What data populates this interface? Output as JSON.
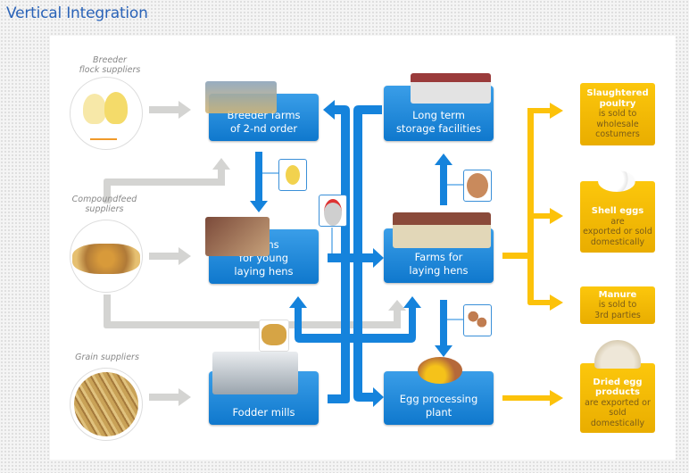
{
  "title": "Vertical Integration",
  "suppliers": [
    {
      "label_line1": "Breeder",
      "label_line2": "flock suppliers",
      "icon": "chicks-icon"
    },
    {
      "label_line1": "Compoundfeed suppliers",
      "label_line2": "",
      "icon": "feed-icon"
    },
    {
      "label_line1": "Grain suppliers",
      "label_line2": "",
      "icon": "grain-icon"
    }
  ],
  "facilities": {
    "breeder_farms": {
      "line1": "Breeder farms",
      "line2": "of 2-nd order"
    },
    "farms_young": {
      "line1": "Farms",
      "line2": "for young",
      "line3": "laying hens"
    },
    "fodder_mills": {
      "line1": "Fodder mills"
    },
    "storage": {
      "line1": "Long term",
      "line2": "storage facilities"
    },
    "farms_laying": {
      "line1": "Farms for",
      "line2": "laying hens"
    },
    "egg_plant": {
      "line1": "Egg processing",
      "line2": "plant"
    }
  },
  "outputs": [
    {
      "bold1": "Slaughtered",
      "bold2": "poultry",
      "text1": "is sold to",
      "text2": "wholesale",
      "text3": "costumers"
    },
    {
      "bold1": "Shell eggs",
      "bold2": "",
      "text1": "are",
      "text2": "exported or sold",
      "text3": "domestically"
    },
    {
      "bold1": "Manure",
      "bold2": "",
      "text1": "is sold to",
      "text2": "3rd parties",
      "text3": ""
    },
    {
      "bold1": "Dried egg",
      "bold2": "products",
      "text1": "are exported or",
      "text2": "sold domestically",
      "text3": ""
    }
  ],
  "colors": {
    "blue": "#1583dc",
    "yellow": "#fcc20a",
    "gray": "#d4d4d2",
    "title": "#2a63b8"
  }
}
